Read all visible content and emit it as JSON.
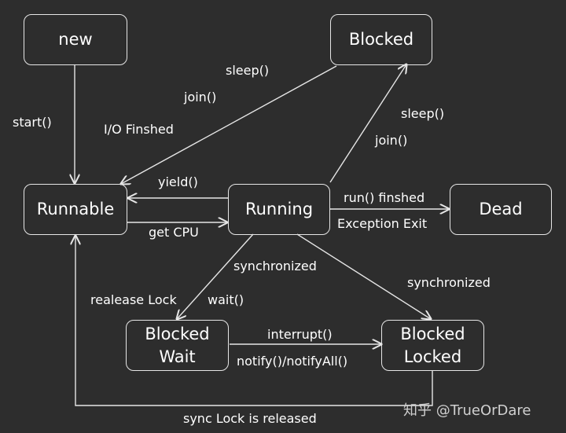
{
  "nodes": {
    "new": "new",
    "blocked": "Blocked",
    "runnable": "Runnable",
    "running": "Running",
    "dead": "Dead",
    "blocked_wait": [
      "Blocked",
      "Wait"
    ],
    "blocked_locked": [
      "Blocked",
      "Locked"
    ]
  },
  "labels": {
    "start": "start()",
    "sleep_left": "sleep()",
    "join_left": "join()",
    "io_finished": "I/O Finshed",
    "sleep_right": "sleep()",
    "join_right": "join()",
    "yield": "yield()",
    "get_cpu": "get CPU",
    "run_finished": "run() finshed",
    "exception_exit": "Exception Exit",
    "synchronized_left": "synchronized",
    "synchronized_right": "synchronized",
    "release_lock": "realease Lock",
    "wait": "wait()",
    "interrupt": "interrupt()",
    "notify": "notify()/notifyAll()",
    "sync_released": "sync Lock is released"
  },
  "watermark": "知乎 @TrueOrDare",
  "colors": {
    "background": "#2d2d2d",
    "line": "#e6e6e6",
    "text": "#ffffff"
  }
}
